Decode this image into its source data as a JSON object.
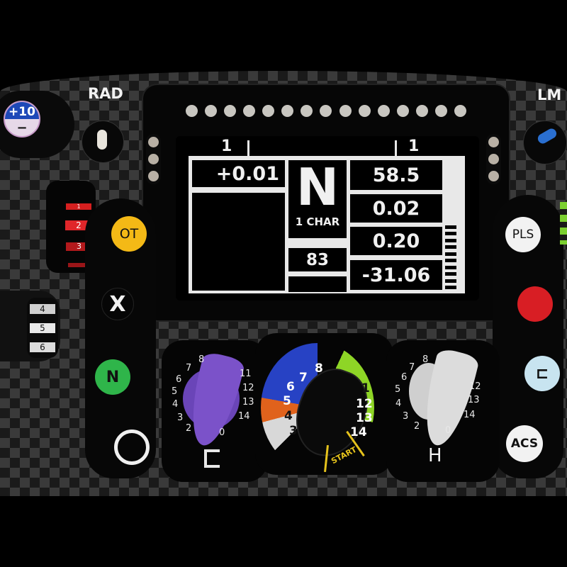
{
  "wheel": {
    "top_labels": {
      "left": "RAD",
      "right": "LM"
    },
    "shift_lights": {
      "count": 15,
      "color": "#c8c6c0"
    },
    "side_lights": {
      "left_count": 3,
      "right_count": 3
    }
  },
  "display": {
    "top_ticks": {
      "left_num": "1",
      "right_num": "1"
    },
    "delta": "+0.01",
    "gear": "N",
    "gear_sub": "1 CHAR",
    "center_value": "83",
    "right_values": [
      "58.5",
      "0.02",
      "0.20",
      "-31.06"
    ],
    "ladder_segments": 10
  },
  "left_controls": {
    "plus10_button": {
      "top": "+10",
      "bottom": "−",
      "top_color": "#1e48b8",
      "bottom_color": "#e6d8e8"
    },
    "rad_toggle": "toggle-switch",
    "gear_indicators": [
      "1",
      "2",
      "3",
      "4",
      "5",
      "6"
    ],
    "buttons": [
      {
        "label": "OT",
        "color": "#f4b916",
        "text_color": "#111"
      },
      {
        "label": "X",
        "color": "#060606",
        "text_color": "#f0f0f0"
      },
      {
        "label": "N",
        "color": "#2fb54a",
        "text_color": "#111"
      },
      {
        "label": "",
        "color": "#060606",
        "ring": "#f0f0f0"
      }
    ]
  },
  "right_controls": {
    "lm_toggle_color": "#2a6fd0",
    "buttons": [
      {
        "label": "PLS",
        "color": "#f2f2f2",
        "text_color": "#111"
      },
      {
        "label": "",
        "color": "#d81e24"
      },
      {
        "label": "⊏",
        "color": "#c8e4f0",
        "text_color": "#111"
      },
      {
        "label": "ACS",
        "color": "#f2f2f2",
        "text_color": "#111"
      }
    ]
  },
  "knobs": {
    "left": {
      "label": "C",
      "color": "#7b52c9",
      "numbers": [
        "8",
        "7",
        "6",
        "5",
        "4",
        "3",
        "2",
        "0",
        "14",
        "13",
        "12",
        "11"
      ]
    },
    "center": {
      "numbers": [
        "8",
        "7",
        "6",
        "5",
        "4",
        "3",
        "12",
        "13",
        "14"
      ],
      "selected": "1",
      "start_label": "START",
      "zones": [
        {
          "name": "blue",
          "color": "#2742c4"
        },
        {
          "name": "orange",
          "color": "#e0621c"
        },
        {
          "name": "white",
          "color": "#d8d8d8"
        },
        {
          "name": "green",
          "color": "#8ed526"
        }
      ]
    },
    "right": {
      "label": "H",
      "color": "#dcdcdc",
      "numbers": [
        "8",
        "7",
        "6",
        "5",
        "4",
        "3",
        "2",
        "12",
        "13",
        "14",
        "0"
      ]
    }
  }
}
